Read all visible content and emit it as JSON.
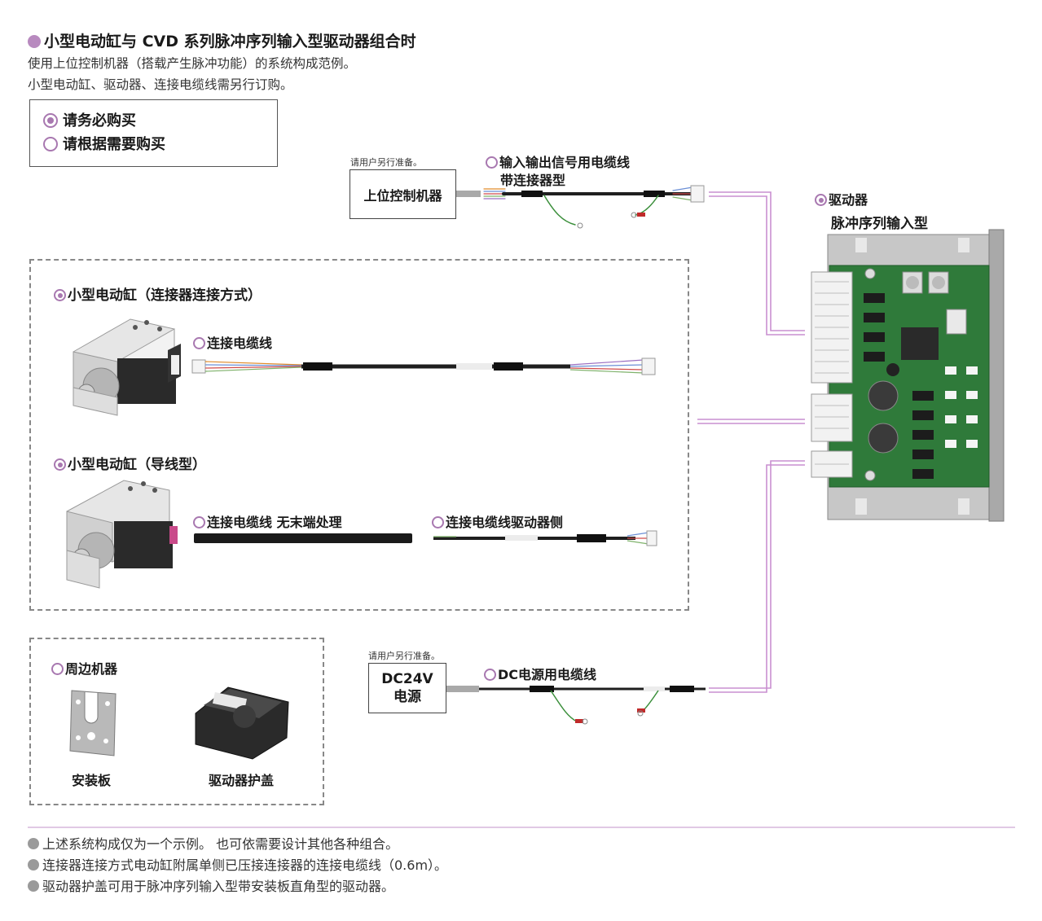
{
  "header": {
    "title": "小型电动缸与 CVD 系列脉冲序列输入型驱动器组合时",
    "desc_line1": "使用上位控制机器（搭载产生脉冲功能）的系统构成范例。",
    "desc_line2": "小型电动缸、驱动器、连接电缆线需另行订购。"
  },
  "legend": {
    "required": "请务必购买",
    "optional": "请根据需要购买"
  },
  "controller": {
    "note": "请用户另行准备。",
    "label": "上位控制机器"
  },
  "io_cable": {
    "line1": "输入输出信号用电缆线",
    "line2": "带连接器型"
  },
  "driver": {
    "line1": "驱动器",
    "line2": "脉冲序列输入型"
  },
  "actuator_connector": {
    "title": "小型电动缸（连接器连接方式）",
    "cable": "连接电缆线"
  },
  "actuator_lead": {
    "title": "小型电动缸（导线型）",
    "cable_a": "连接电缆线 无末端处理",
    "cable_b": "连接电缆线驱动器侧"
  },
  "peripherals": {
    "title": "周边机器",
    "item1": "安装板",
    "item2": "驱动器护盖"
  },
  "power": {
    "note": "请用户另行准备。",
    "label_line1": "DC24V",
    "label_line2": "电源",
    "cable": "DC电源用电缆线"
  },
  "footnotes": [
    "上述系统构成仅为一个示例。 也可依需要设计其他各种组合。",
    "连接器连接方式电动缸附属单侧已压接连接器的连接电缆线（0.6m）。",
    "驱动器护盖可用于脉冲序列输入型带安装板直角型的驱动器。"
  ],
  "colors": {
    "accent": "#b88abf",
    "connector_line": "#c79ccd",
    "pcb": "#2f7a3a"
  }
}
